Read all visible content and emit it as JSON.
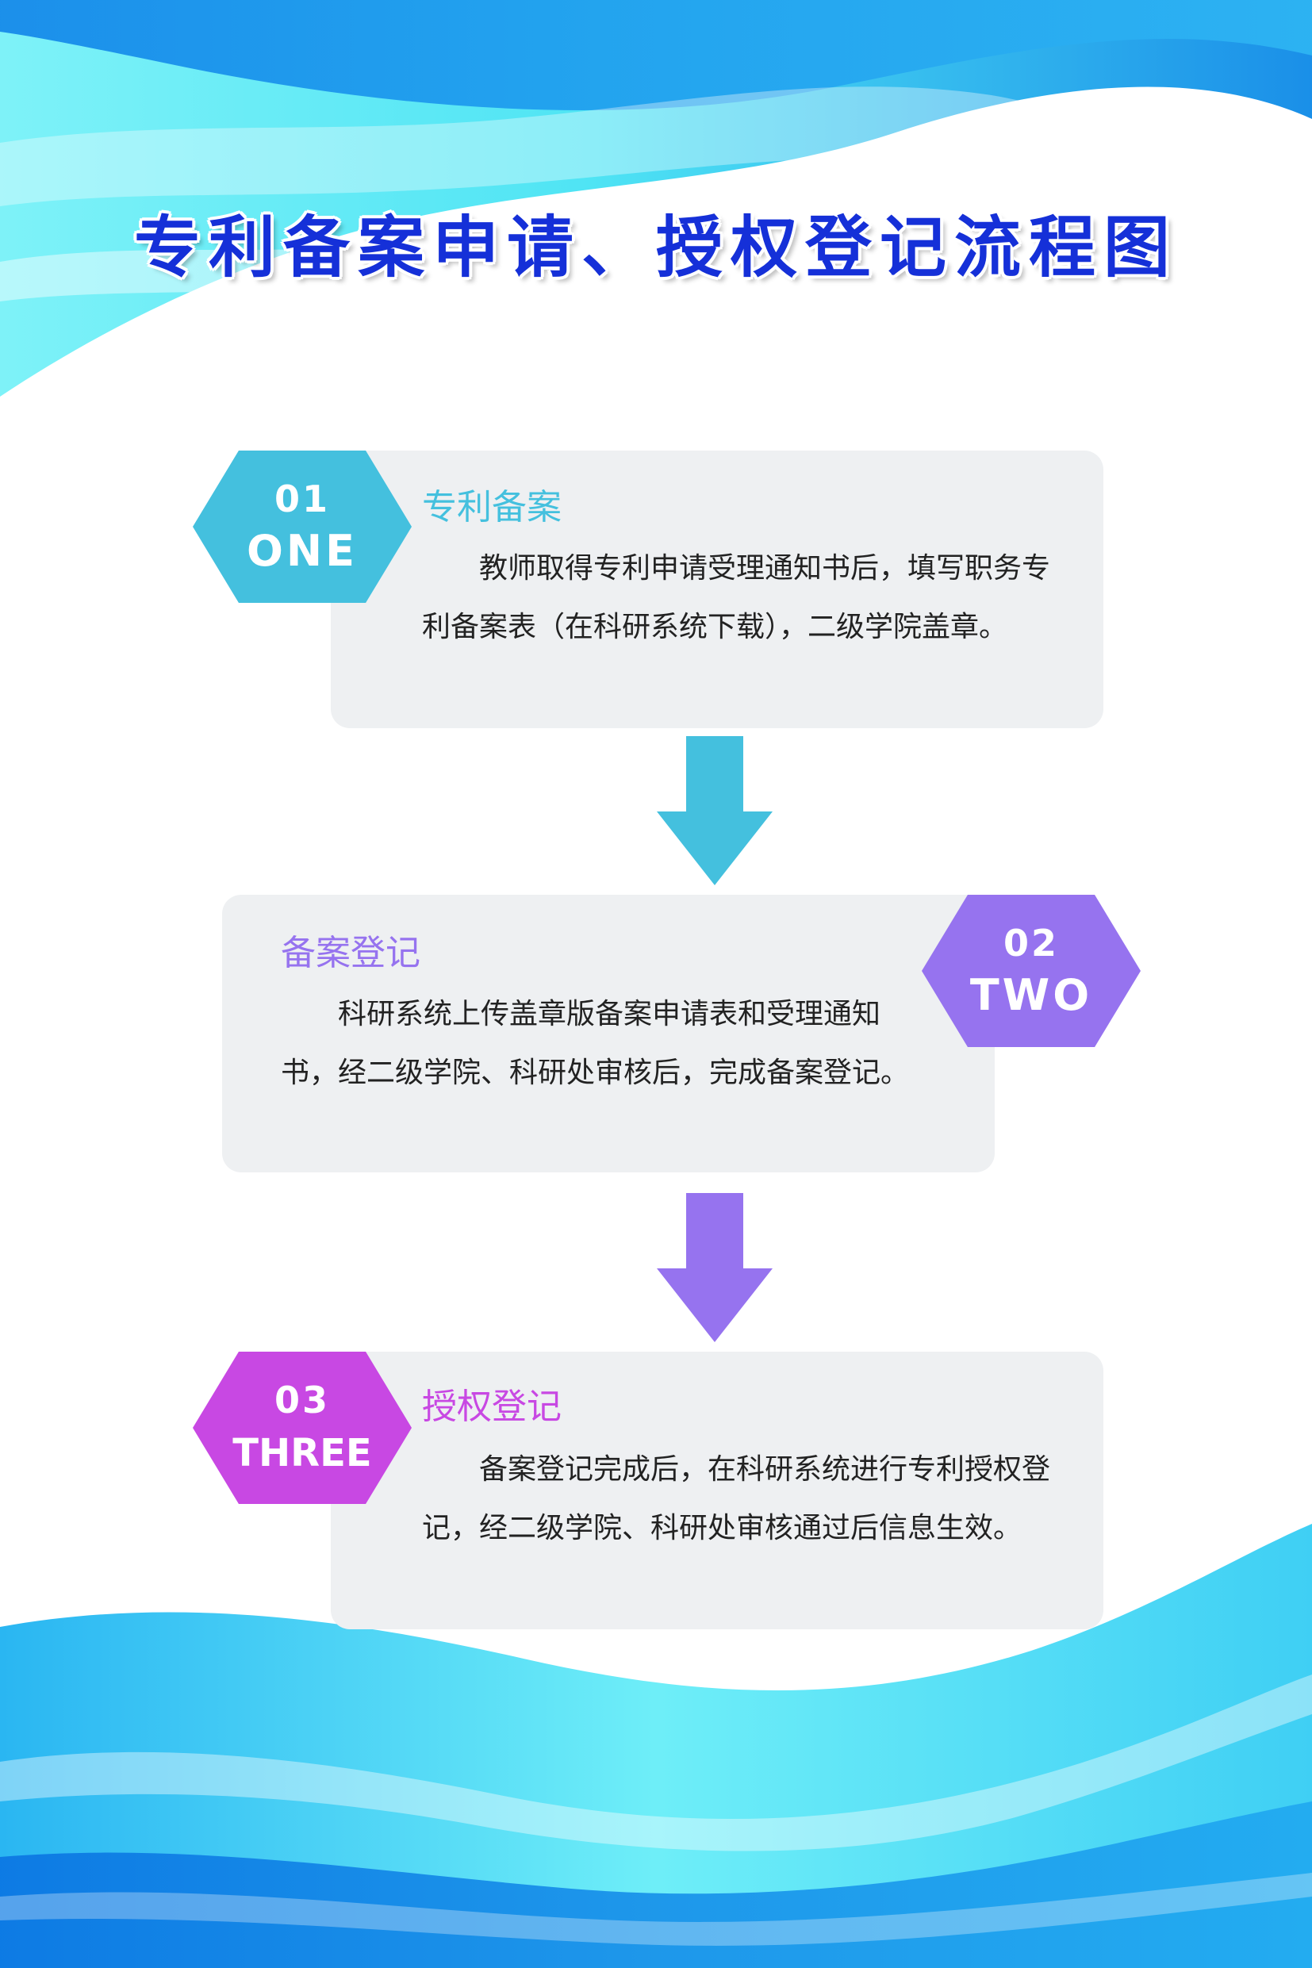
{
  "title": "专利备案申请、授权登记流程图",
  "colors": {
    "title": "#1530d8",
    "step1": "#44c0de",
    "step2": "#9673ef",
    "step3": "#c848e3",
    "card_bg": "#eef0f2",
    "body_text": "#222222"
  },
  "steps": [
    {
      "number": "01",
      "word": "ONE",
      "heading": "专利备案",
      "body": "教师取得专利申请受理通知书后，填写职务专利备案表（在科研系统下载），二级学院盖章。"
    },
    {
      "number": "02",
      "word": "TWO",
      "heading": "备案登记",
      "body": "科研系统上传盖章版备案申请表和受理通知书，经二级学院、科研处审核后，完成备案登记。"
    },
    {
      "number": "03",
      "word": "THREE",
      "heading": "授权登记",
      "body": "备案登记完成后，在科研系统进行专利授权登记，经二级学院、科研处审核通过后信息生效。"
    }
  ],
  "connectors": [
    {
      "from": 1,
      "to": 2,
      "icon": "down-arrow-icon"
    },
    {
      "from": 2,
      "to": 3,
      "icon": "down-arrow-icon"
    }
  ]
}
